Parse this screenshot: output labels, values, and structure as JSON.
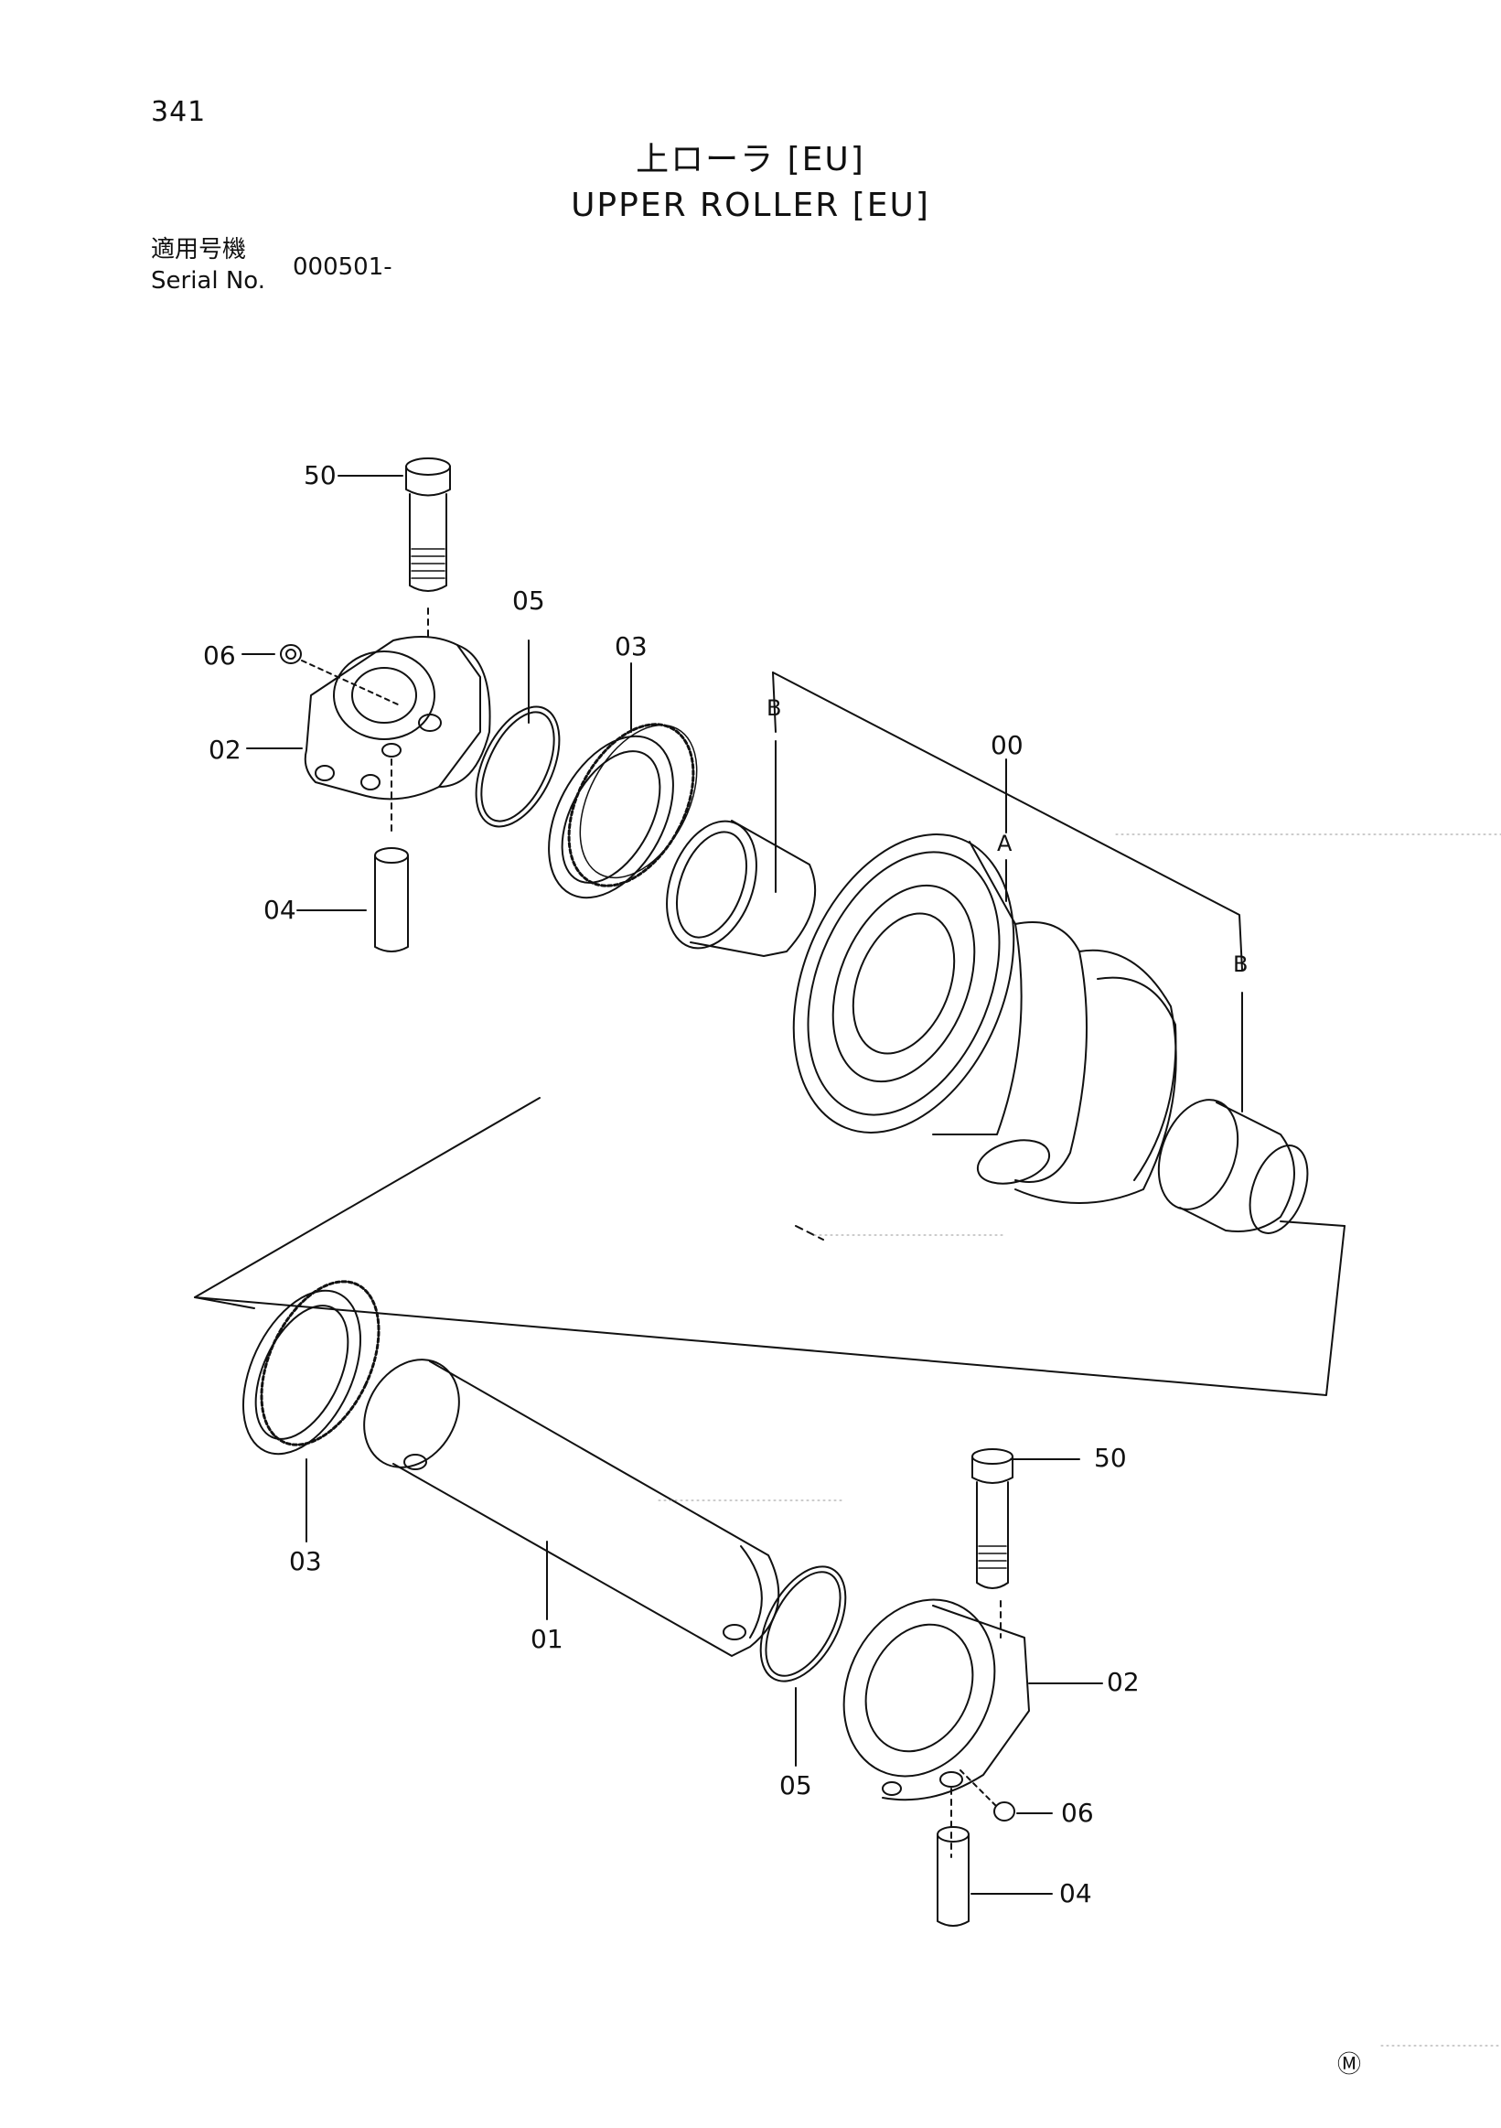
{
  "page_number": "341",
  "title_jp": "上ローラ [EU]",
  "title_en": "UPPER ROLLER [EU]",
  "serial": {
    "label_jp": "適用号機",
    "label_en": "Serial No.",
    "value": "000501-"
  },
  "callouts": {
    "c50_top": "50",
    "c06_top": "06",
    "c02_top": "02",
    "c04_top": "04",
    "c05_top": "05",
    "c03_top": "03",
    "cB_left": "B",
    "c00": "00",
    "cA": "A",
    "cB_right": "B",
    "c03_bottom": "03",
    "c01": "01",
    "c50_bottom": "50",
    "c02_bottom": "02",
    "c05_bottom": "05",
    "c06_bottom": "06",
    "c04_bottom": "04"
  },
  "corner_mark": "Ⓜ"
}
